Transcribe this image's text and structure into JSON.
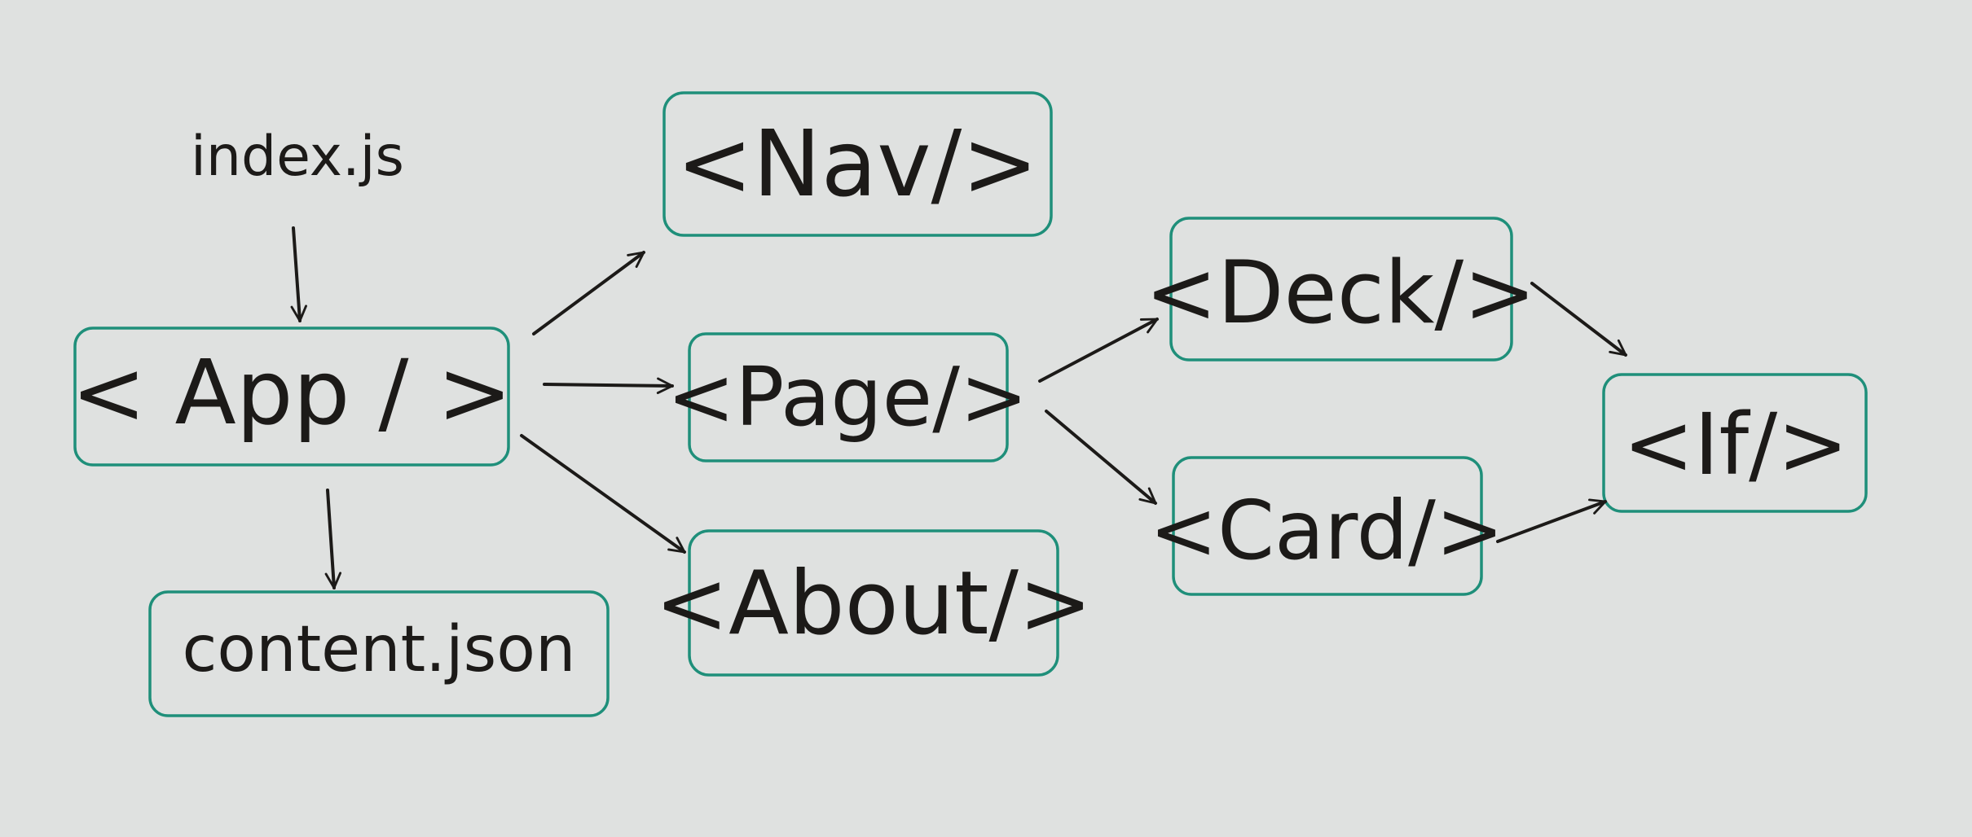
{
  "colors": {
    "background": "#dfe1e0",
    "box_stroke": "#1f8f7a",
    "ink": "#1c1a18"
  },
  "nodes": {
    "index_js": "index.js",
    "app": "< App / >",
    "content_json": "content.json",
    "nav": "<Nav/>",
    "page": "<Page/>",
    "about": "<About/>",
    "deck": "<Deck/>",
    "card": "<Card/>",
    "if": "<If/>"
  },
  "edges": [
    {
      "from": "index_js",
      "to": "app"
    },
    {
      "from": "app",
      "to": "content_json"
    },
    {
      "from": "app",
      "to": "nav"
    },
    {
      "from": "app",
      "to": "page"
    },
    {
      "from": "app",
      "to": "about"
    },
    {
      "from": "page",
      "to": "deck"
    },
    {
      "from": "page",
      "to": "card"
    },
    {
      "from": "deck",
      "to": "if"
    },
    {
      "from": "card",
      "to": "if"
    }
  ]
}
